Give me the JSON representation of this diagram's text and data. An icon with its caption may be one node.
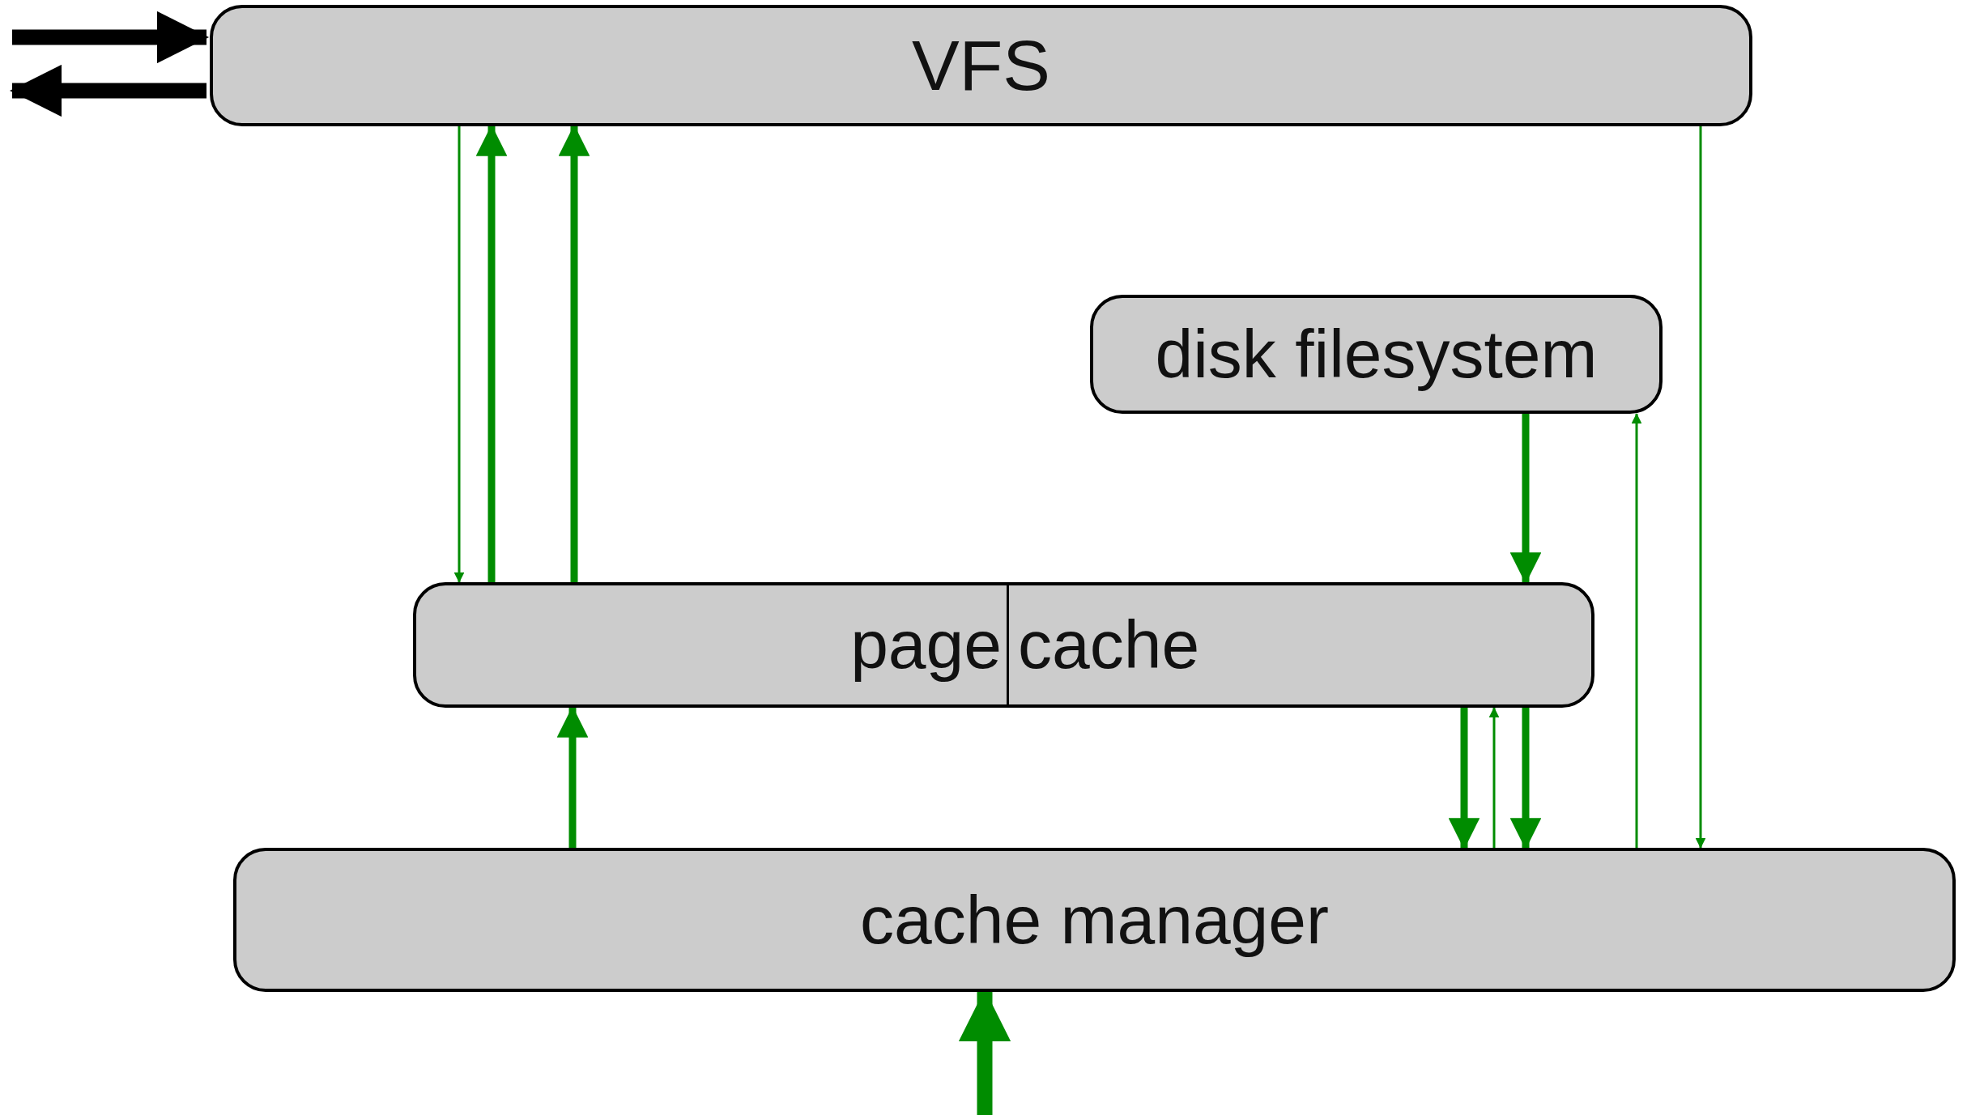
{
  "diagram": {
    "nodes": [
      {
        "text": [
          "VFS"
        ]
      },
      {
        "text": [
          "disk filesystem"
        ]
      },
      {
        "text": [
          "page",
          "cache"
        ]
      },
      {
        "text": [
          "cache manager"
        ]
      }
    ],
    "edges": [
      {
        "from": null,
        "to": 0,
        "arrow": "to",
        "style": "thick",
        "color": "#000000"
      },
      {
        "from": 0,
        "to": null,
        "arrow": "to",
        "style": "thick",
        "color": "#000000"
      },
      {
        "from": 0,
        "to": 2,
        "arrow": "to"
      },
      {
        "from": 2,
        "to": 0,
        "arrow": "to"
      },
      {
        "from": 2,
        "to": 0,
        "arrow": "to"
      },
      {
        "from": 0,
        "to": 3,
        "arrow": "to"
      },
      {
        "from": 1,
        "to": 2,
        "arrow": "to"
      },
      {
        "from": 3,
        "to": 1,
        "arrow": "to"
      },
      {
        "from": 3,
        "to": 2,
        "arrow": "to"
      },
      {
        "from": 2,
        "to": 3,
        "arrow": "to"
      },
      {
        "from": 3,
        "to": 2,
        "arrow": "to"
      },
      {
        "from": 2,
        "to": 3,
        "arrow": "to"
      },
      {
        "from": null,
        "to": 3,
        "arrow": "to",
        "style": "thick"
      }
    ]
  }
}
